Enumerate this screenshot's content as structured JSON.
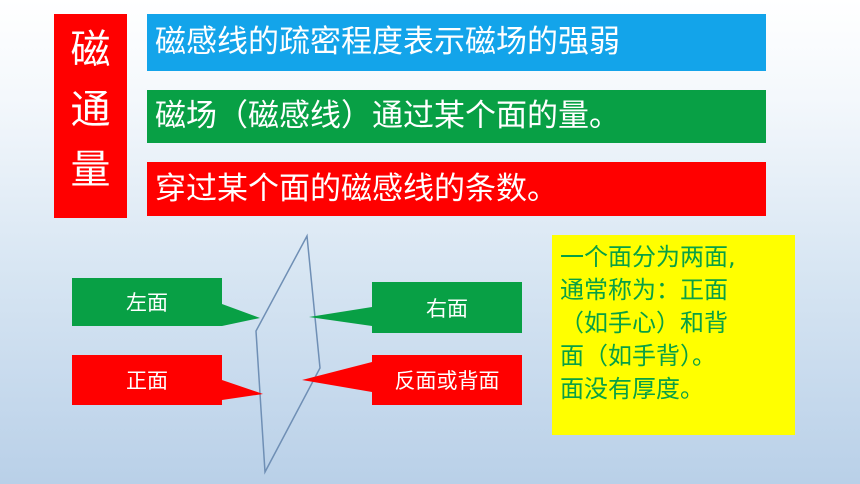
{
  "title": "磁\n通\n量",
  "definitions": [
    "磁感线的疏密程度表示磁场的强弱",
    "磁场（磁感线）通过某个面的量。",
    "穿过某个面的磁感线的条数。"
  ],
  "faces": {
    "left": "左面",
    "front": "正面",
    "right": "右面",
    "back": "反面或背面"
  },
  "note": "一个面分为两面,\n通常称为：正面\n（如手心）和背\n面（如手背）。\n面没有厚度。",
  "colors": {
    "red": "#ff0000",
    "green": "#08a045",
    "blue": "#13a4ea",
    "yellow": "#ffff00",
    "plane_outline": "#6f8fb5"
  }
}
